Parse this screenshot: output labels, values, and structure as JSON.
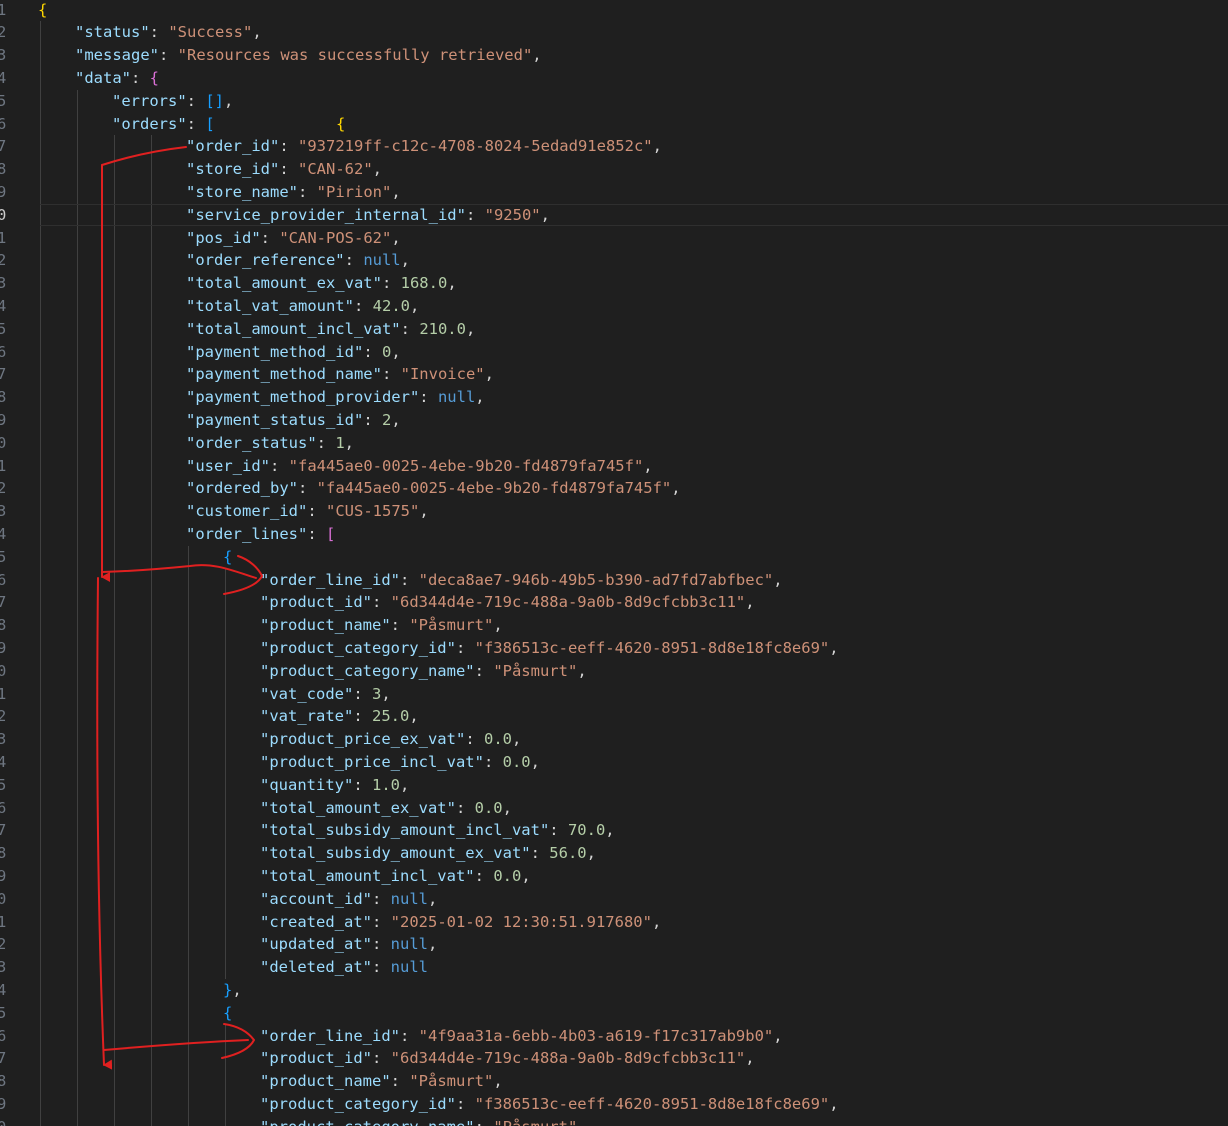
{
  "editor": {
    "lines": [
      {
        "n": "1",
        "indent": 0,
        "tokens": [
          {
            "t": "{",
            "c": "b1"
          }
        ]
      },
      {
        "n": "2",
        "indent": 1,
        "tokens": [
          {
            "t": "\"status\"",
            "c": "k"
          },
          {
            "t": ": ",
            "c": "p"
          },
          {
            "t": "\"Success\"",
            "c": "s"
          },
          {
            "t": ",",
            "c": "p"
          }
        ]
      },
      {
        "n": "3",
        "indent": 1,
        "tokens": [
          {
            "t": "\"message\"",
            "c": "k"
          },
          {
            "t": ": ",
            "c": "p"
          },
          {
            "t": "\"Resources was successfully retrieved\"",
            "c": "s"
          },
          {
            "t": ",",
            "c": "p"
          }
        ]
      },
      {
        "n": "4",
        "indent": 1,
        "tokens": [
          {
            "t": "\"data\"",
            "c": "k"
          },
          {
            "t": ": ",
            "c": "p"
          },
          {
            "t": "{",
            "c": "b2"
          }
        ]
      },
      {
        "n": "5",
        "indent": 2,
        "tokens": [
          {
            "t": "\"errors\"",
            "c": "k"
          },
          {
            "t": ": ",
            "c": "p"
          },
          {
            "t": "[]",
            "c": "b3"
          },
          {
            "t": ",",
            "c": "p"
          }
        ]
      },
      {
        "n": "6",
        "indent": 2,
        "tokens": [
          {
            "t": "\"orders\"",
            "c": "k"
          },
          {
            "t": ": ",
            "c": "p"
          },
          {
            "t": "[",
            "c": "b3"
          },
          {
            "t": "             ",
            "c": "p"
          },
          {
            "t": "{",
            "c": "b1"
          }
        ]
      },
      {
        "n": "7",
        "indent": 4,
        "tokens": [
          {
            "t": "\"order_id\"",
            "c": "k"
          },
          {
            "t": ": ",
            "c": "p"
          },
          {
            "t": "\"937219ff-c12c-4708-8024-5edad91e852c\"",
            "c": "s"
          },
          {
            "t": ",",
            "c": "p"
          }
        ]
      },
      {
        "n": "8",
        "indent": 4,
        "tokens": [
          {
            "t": "\"store_id\"",
            "c": "k"
          },
          {
            "t": ": ",
            "c": "p"
          },
          {
            "t": "\"CAN-62\"",
            "c": "s"
          },
          {
            "t": ",",
            "c": "p"
          }
        ]
      },
      {
        "n": "9",
        "indent": 4,
        "tokens": [
          {
            "t": "\"store_name\"",
            "c": "k"
          },
          {
            "t": ": ",
            "c": "p"
          },
          {
            "t": "\"Pirion\"",
            "c": "s"
          },
          {
            "t": ",",
            "c": "p"
          }
        ]
      },
      {
        "n": "0",
        "indent": 4,
        "current": true,
        "tokens": [
          {
            "t": "\"service_provider_internal_id\"",
            "c": "k"
          },
          {
            "t": ": ",
            "c": "p"
          },
          {
            "t": "\"9250\"",
            "c": "s"
          },
          {
            "t": ",",
            "c": "p"
          }
        ]
      },
      {
        "n": "1",
        "indent": 4,
        "tokens": [
          {
            "t": "\"pos_id\"",
            "c": "k"
          },
          {
            "t": ": ",
            "c": "p"
          },
          {
            "t": "\"CAN-POS-62\"",
            "c": "s"
          },
          {
            "t": ",",
            "c": "p"
          }
        ]
      },
      {
        "n": "2",
        "indent": 4,
        "tokens": [
          {
            "t": "\"order_reference\"",
            "c": "k"
          },
          {
            "t": ": ",
            "c": "p"
          },
          {
            "t": "null",
            "c": "c"
          },
          {
            "t": ",",
            "c": "p"
          }
        ]
      },
      {
        "n": "3",
        "indent": 4,
        "tokens": [
          {
            "t": "\"total_amount_ex_vat\"",
            "c": "k"
          },
          {
            "t": ": ",
            "c": "p"
          },
          {
            "t": "168.0",
            "c": "n"
          },
          {
            "t": ",",
            "c": "p"
          }
        ]
      },
      {
        "n": "4",
        "indent": 4,
        "tokens": [
          {
            "t": "\"total_vat_amount\"",
            "c": "k"
          },
          {
            "t": ": ",
            "c": "p"
          },
          {
            "t": "42.0",
            "c": "n"
          },
          {
            "t": ",",
            "c": "p"
          }
        ]
      },
      {
        "n": "5",
        "indent": 4,
        "tokens": [
          {
            "t": "\"total_amount_incl_vat\"",
            "c": "k"
          },
          {
            "t": ": ",
            "c": "p"
          },
          {
            "t": "210.0",
            "c": "n"
          },
          {
            "t": ",",
            "c": "p"
          }
        ]
      },
      {
        "n": "6",
        "indent": 4,
        "tokens": [
          {
            "t": "\"payment_method_id\"",
            "c": "k"
          },
          {
            "t": ": ",
            "c": "p"
          },
          {
            "t": "0",
            "c": "n"
          },
          {
            "t": ",",
            "c": "p"
          }
        ]
      },
      {
        "n": "7",
        "indent": 4,
        "tokens": [
          {
            "t": "\"payment_method_name\"",
            "c": "k"
          },
          {
            "t": ": ",
            "c": "p"
          },
          {
            "t": "\"Invoice\"",
            "c": "s"
          },
          {
            "t": ",",
            "c": "p"
          }
        ]
      },
      {
        "n": "8",
        "indent": 4,
        "tokens": [
          {
            "t": "\"payment_method_provider\"",
            "c": "k"
          },
          {
            "t": ": ",
            "c": "p"
          },
          {
            "t": "null",
            "c": "c"
          },
          {
            "t": ",",
            "c": "p"
          }
        ]
      },
      {
        "n": "9",
        "indent": 4,
        "tokens": [
          {
            "t": "\"payment_status_id\"",
            "c": "k"
          },
          {
            "t": ": ",
            "c": "p"
          },
          {
            "t": "2",
            "c": "n"
          },
          {
            "t": ",",
            "c": "p"
          }
        ]
      },
      {
        "n": "0",
        "indent": 4,
        "tokens": [
          {
            "t": "\"order_status\"",
            "c": "k"
          },
          {
            "t": ": ",
            "c": "p"
          },
          {
            "t": "1",
            "c": "n"
          },
          {
            "t": ",",
            "c": "p"
          }
        ]
      },
      {
        "n": "1",
        "indent": 4,
        "tokens": [
          {
            "t": "\"user_id\"",
            "c": "k"
          },
          {
            "t": ": ",
            "c": "p"
          },
          {
            "t": "\"fa445ae0-0025-4ebe-9b20-fd4879fa745f\"",
            "c": "s"
          },
          {
            "t": ",",
            "c": "p"
          }
        ]
      },
      {
        "n": "2",
        "indent": 4,
        "tokens": [
          {
            "t": "\"ordered_by\"",
            "c": "k"
          },
          {
            "t": ": ",
            "c": "p"
          },
          {
            "t": "\"fa445ae0-0025-4ebe-9b20-fd4879fa745f\"",
            "c": "s"
          },
          {
            "t": ",",
            "c": "p"
          }
        ]
      },
      {
        "n": "3",
        "indent": 4,
        "tokens": [
          {
            "t": "\"customer_id\"",
            "c": "k"
          },
          {
            "t": ": ",
            "c": "p"
          },
          {
            "t": "\"CUS-1575\"",
            "c": "s"
          },
          {
            "t": ",",
            "c": "p"
          }
        ]
      },
      {
        "n": "4",
        "indent": 4,
        "tokens": [
          {
            "t": "\"order_lines\"",
            "c": "k"
          },
          {
            "t": ": ",
            "c": "p"
          },
          {
            "t": "[",
            "c": "b2"
          }
        ]
      },
      {
        "n": "5",
        "indent": 5,
        "tokens": [
          {
            "t": "{",
            "c": "b3"
          }
        ]
      },
      {
        "n": "6",
        "indent": 6,
        "tokens": [
          {
            "t": "\"order_line_id\"",
            "c": "k"
          },
          {
            "t": ": ",
            "c": "p"
          },
          {
            "t": "\"deca8ae7-946b-49b5-b390-ad7fd7abfbec\"",
            "c": "s"
          },
          {
            "t": ",",
            "c": "p"
          }
        ]
      },
      {
        "n": "7",
        "indent": 6,
        "tokens": [
          {
            "t": "\"product_id\"",
            "c": "k"
          },
          {
            "t": ": ",
            "c": "p"
          },
          {
            "t": "\"6d344d4e-719c-488a-9a0b-8d9cfcbb3c11\"",
            "c": "s"
          },
          {
            "t": ",",
            "c": "p"
          }
        ]
      },
      {
        "n": "8",
        "indent": 6,
        "tokens": [
          {
            "t": "\"product_name\"",
            "c": "k"
          },
          {
            "t": ": ",
            "c": "p"
          },
          {
            "t": "\"Påsmurt\"",
            "c": "s"
          },
          {
            "t": ",",
            "c": "p"
          }
        ]
      },
      {
        "n": "9",
        "indent": 6,
        "tokens": [
          {
            "t": "\"product_category_id\"",
            "c": "k"
          },
          {
            "t": ": ",
            "c": "p"
          },
          {
            "t": "\"f386513c-eeff-4620-8951-8d8e18fc8e69\"",
            "c": "s"
          },
          {
            "t": ",",
            "c": "p"
          }
        ]
      },
      {
        "n": "0",
        "indent": 6,
        "tokens": [
          {
            "t": "\"product_category_name\"",
            "c": "k"
          },
          {
            "t": ": ",
            "c": "p"
          },
          {
            "t": "\"Påsmurt\"",
            "c": "s"
          },
          {
            "t": ",",
            "c": "p"
          }
        ]
      },
      {
        "n": "1",
        "indent": 6,
        "tokens": [
          {
            "t": "\"vat_code\"",
            "c": "k"
          },
          {
            "t": ": ",
            "c": "p"
          },
          {
            "t": "3",
            "c": "n"
          },
          {
            "t": ",",
            "c": "p"
          }
        ]
      },
      {
        "n": "2",
        "indent": 6,
        "tokens": [
          {
            "t": "\"vat_rate\"",
            "c": "k"
          },
          {
            "t": ": ",
            "c": "p"
          },
          {
            "t": "25.0",
            "c": "n"
          },
          {
            "t": ",",
            "c": "p"
          }
        ]
      },
      {
        "n": "3",
        "indent": 6,
        "tokens": [
          {
            "t": "\"product_price_ex_vat\"",
            "c": "k"
          },
          {
            "t": ": ",
            "c": "p"
          },
          {
            "t": "0.0",
            "c": "n"
          },
          {
            "t": ",",
            "c": "p"
          }
        ]
      },
      {
        "n": "4",
        "indent": 6,
        "tokens": [
          {
            "t": "\"product_price_incl_vat\"",
            "c": "k"
          },
          {
            "t": ": ",
            "c": "p"
          },
          {
            "t": "0.0",
            "c": "n"
          },
          {
            "t": ",",
            "c": "p"
          }
        ]
      },
      {
        "n": "5",
        "indent": 6,
        "tokens": [
          {
            "t": "\"quantity\"",
            "c": "k"
          },
          {
            "t": ": ",
            "c": "p"
          },
          {
            "t": "1.0",
            "c": "n"
          },
          {
            "t": ",",
            "c": "p"
          }
        ]
      },
      {
        "n": "6",
        "indent": 6,
        "tokens": [
          {
            "t": "\"total_amount_ex_vat\"",
            "c": "k"
          },
          {
            "t": ": ",
            "c": "p"
          },
          {
            "t": "0.0",
            "c": "n"
          },
          {
            "t": ",",
            "c": "p"
          }
        ]
      },
      {
        "n": "7",
        "indent": 6,
        "tokens": [
          {
            "t": "\"total_subsidy_amount_incl_vat\"",
            "c": "k"
          },
          {
            "t": ": ",
            "c": "p"
          },
          {
            "t": "70.0",
            "c": "n"
          },
          {
            "t": ",",
            "c": "p"
          }
        ]
      },
      {
        "n": "8",
        "indent": 6,
        "tokens": [
          {
            "t": "\"total_subsidy_amount_ex_vat\"",
            "c": "k"
          },
          {
            "t": ": ",
            "c": "p"
          },
          {
            "t": "56.0",
            "c": "n"
          },
          {
            "t": ",",
            "c": "p"
          }
        ]
      },
      {
        "n": "9",
        "indent": 6,
        "tokens": [
          {
            "t": "\"total_amount_incl_vat\"",
            "c": "k"
          },
          {
            "t": ": ",
            "c": "p"
          },
          {
            "t": "0.0",
            "c": "n"
          },
          {
            "t": ",",
            "c": "p"
          }
        ]
      },
      {
        "n": "0",
        "indent": 6,
        "tokens": [
          {
            "t": "\"account_id\"",
            "c": "k"
          },
          {
            "t": ": ",
            "c": "p"
          },
          {
            "t": "null",
            "c": "c"
          },
          {
            "t": ",",
            "c": "p"
          }
        ]
      },
      {
        "n": "1",
        "indent": 6,
        "tokens": [
          {
            "t": "\"created_at\"",
            "c": "k"
          },
          {
            "t": ": ",
            "c": "p"
          },
          {
            "t": "\"2025-01-02 12:30:51.917680\"",
            "c": "s"
          },
          {
            "t": ",",
            "c": "p"
          }
        ]
      },
      {
        "n": "2",
        "indent": 6,
        "tokens": [
          {
            "t": "\"updated_at\"",
            "c": "k"
          },
          {
            "t": ": ",
            "c": "p"
          },
          {
            "t": "null",
            "c": "c"
          },
          {
            "t": ",",
            "c": "p"
          }
        ]
      },
      {
        "n": "3",
        "indent": 6,
        "tokens": [
          {
            "t": "\"deleted_at\"",
            "c": "k"
          },
          {
            "t": ": ",
            "c": "p"
          },
          {
            "t": "null",
            "c": "c"
          }
        ]
      },
      {
        "n": "4",
        "indent": 5,
        "tokens": [
          {
            "t": "}",
            "c": "b3"
          },
          {
            "t": ",",
            "c": "p"
          }
        ]
      },
      {
        "n": "5",
        "indent": 5,
        "tokens": [
          {
            "t": "{",
            "c": "b3"
          }
        ]
      },
      {
        "n": "6",
        "indent": 6,
        "tokens": [
          {
            "t": "\"order_line_id\"",
            "c": "k"
          },
          {
            "t": ": ",
            "c": "p"
          },
          {
            "t": "\"4f9aa31a-6ebb-4b03-a619-f17c317ab9b0\"",
            "c": "s"
          },
          {
            "t": ",",
            "c": "p"
          }
        ]
      },
      {
        "n": "7",
        "indent": 6,
        "tokens": [
          {
            "t": "\"product_id\"",
            "c": "k"
          },
          {
            "t": ": ",
            "c": "p"
          },
          {
            "t": "\"6d344d4e-719c-488a-9a0b-8d9cfcbb3c11\"",
            "c": "s"
          },
          {
            "t": ",",
            "c": "p"
          }
        ]
      },
      {
        "n": "8",
        "indent": 6,
        "tokens": [
          {
            "t": "\"product_name\"",
            "c": "k"
          },
          {
            "t": ": ",
            "c": "p"
          },
          {
            "t": "\"Påsmurt\"",
            "c": "s"
          },
          {
            "t": ",",
            "c": "p"
          }
        ]
      },
      {
        "n": "9",
        "indent": 6,
        "tokens": [
          {
            "t": "\"product_category_id\"",
            "c": "k"
          },
          {
            "t": ": ",
            "c": "p"
          },
          {
            "t": "\"f386513c-eeff-4620-8951-8d8e18fc8e69\"",
            "c": "s"
          },
          {
            "t": ",",
            "c": "p"
          }
        ]
      },
      {
        "n": "0",
        "indent": 6,
        "tokens": [
          {
            "t": "\"product_category_name\"",
            "c": "k"
          },
          {
            "t": ": ",
            "c": "p"
          },
          {
            "t": "\"Påsmurt\"",
            "c": "s"
          }
        ]
      }
    ]
  },
  "annotation": {
    "color": "#e02020",
    "shape": "red-hand-drawn-arrows"
  }
}
